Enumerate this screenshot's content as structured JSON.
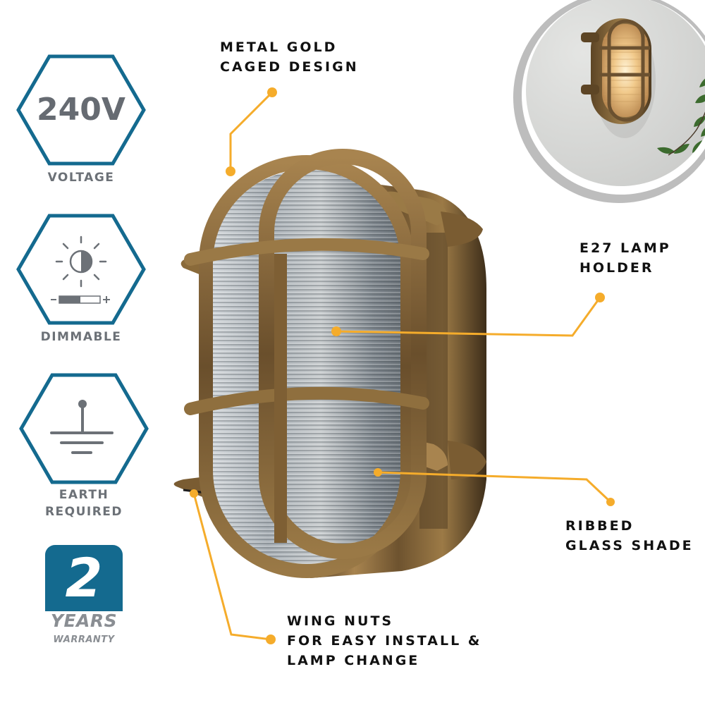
{
  "badges": [
    {
      "id": "voltage",
      "value": "240V",
      "label": "VOLTAGE",
      "icon": "voltage-text"
    },
    {
      "id": "dimmable",
      "label": "DIMMABLE",
      "icon": "dimmable-sun-slider-icon"
    },
    {
      "id": "earth",
      "label_line1": "EARTH",
      "label_line2": "REQUIRED",
      "icon": "earth-ground-icon"
    }
  ],
  "warranty": {
    "number": "2",
    "years": "YEARS",
    "label": "WARRANTY"
  },
  "callouts": {
    "caged": {
      "line1": "METAL GOLD",
      "line2": "CAGED DESIGN"
    },
    "holder": {
      "line1": "E27 LAMP",
      "line2": "HOLDER"
    },
    "glass": {
      "line1": "RIBBED",
      "line2": "GLASS SHADE"
    },
    "wingnuts": {
      "line1": "WING NUTS",
      "line2": "FOR EASY INSTALL &",
      "line3": "LAMP CHANGE"
    }
  },
  "colors": {
    "badge_outline": "#146a8f",
    "badge_text": "#6c7177",
    "callout_accent": "#f5ac2b",
    "callout_text": "#111111",
    "warranty_box": "#146a8f",
    "warranty_text": "#8a8e93",
    "photo_ring": "#bdbdbd",
    "brass": "#8a6a3a"
  },
  "product_image": {
    "alt": "Antique brass oval caged bulkhead wall light with ribbed glass shade"
  },
  "lifestyle_image": {
    "alt": "Lit bulkhead wall light mounted on textured wall beside plant"
  }
}
